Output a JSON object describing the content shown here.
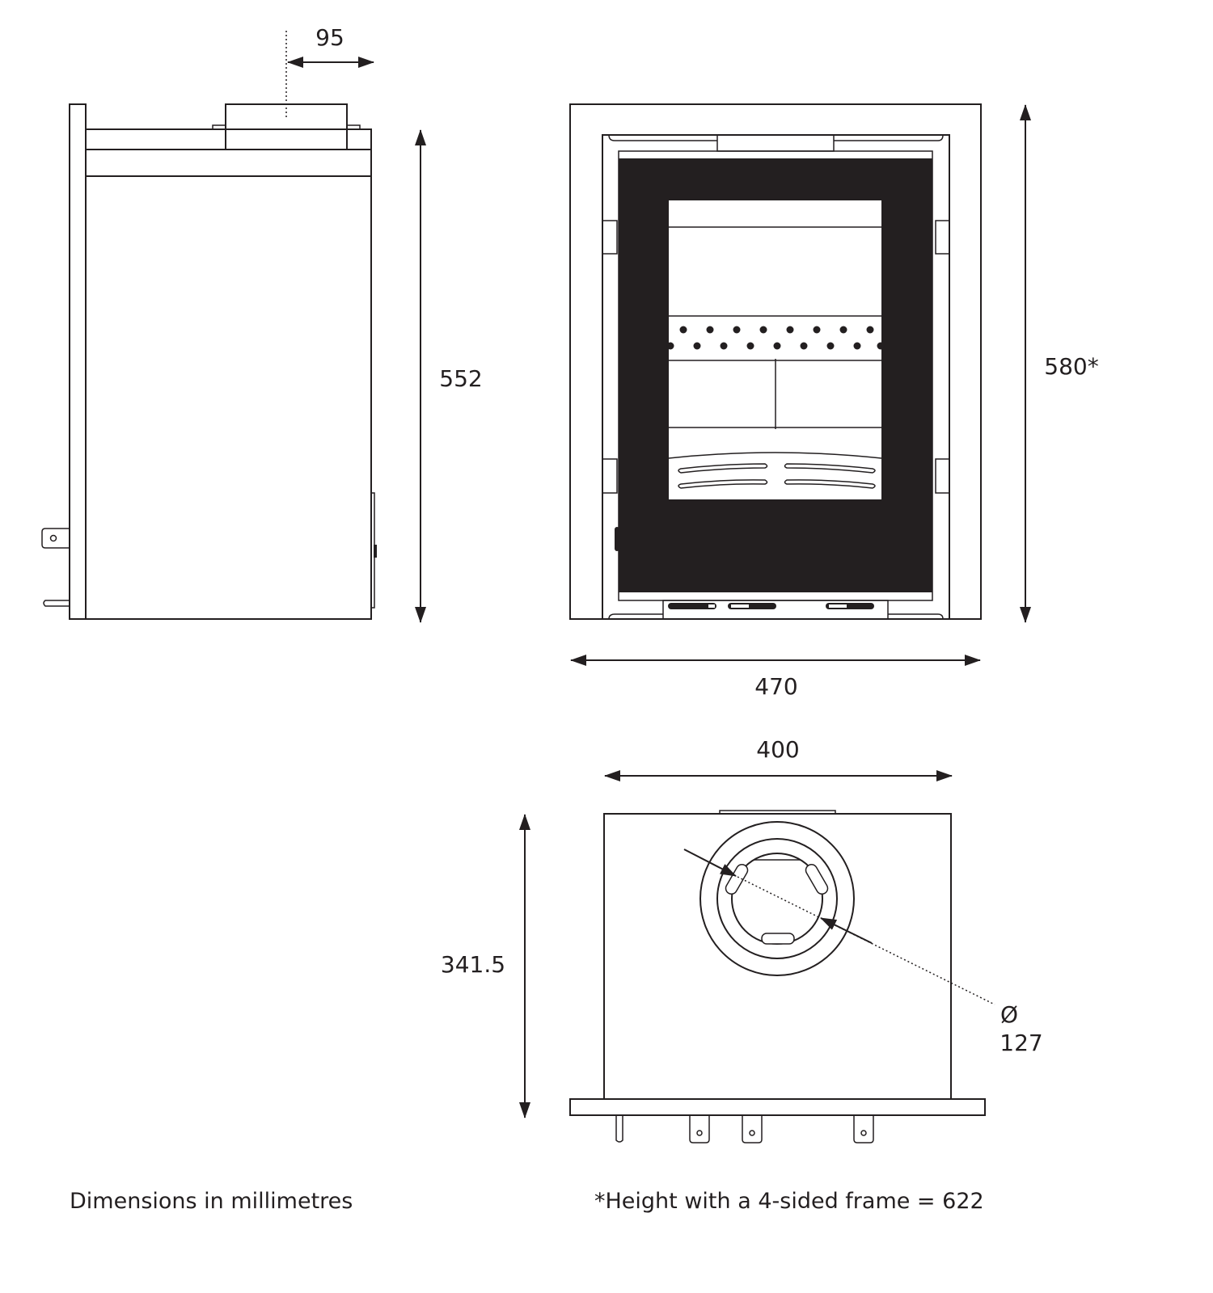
{
  "dimensions": {
    "flue_offset": "95",
    "side_height": "552",
    "front_height": "580*",
    "front_width": "470",
    "top_width": "400",
    "top_depth": "341.5",
    "flue_diameter_symbol": "Ø",
    "flue_diameter": "127"
  },
  "notes": {
    "units": "Dimensions in millimetres",
    "frame_height": "*Height with a 4-sided frame = 622"
  },
  "colors": {
    "line": "#231f20",
    "background": "#ffffff"
  }
}
